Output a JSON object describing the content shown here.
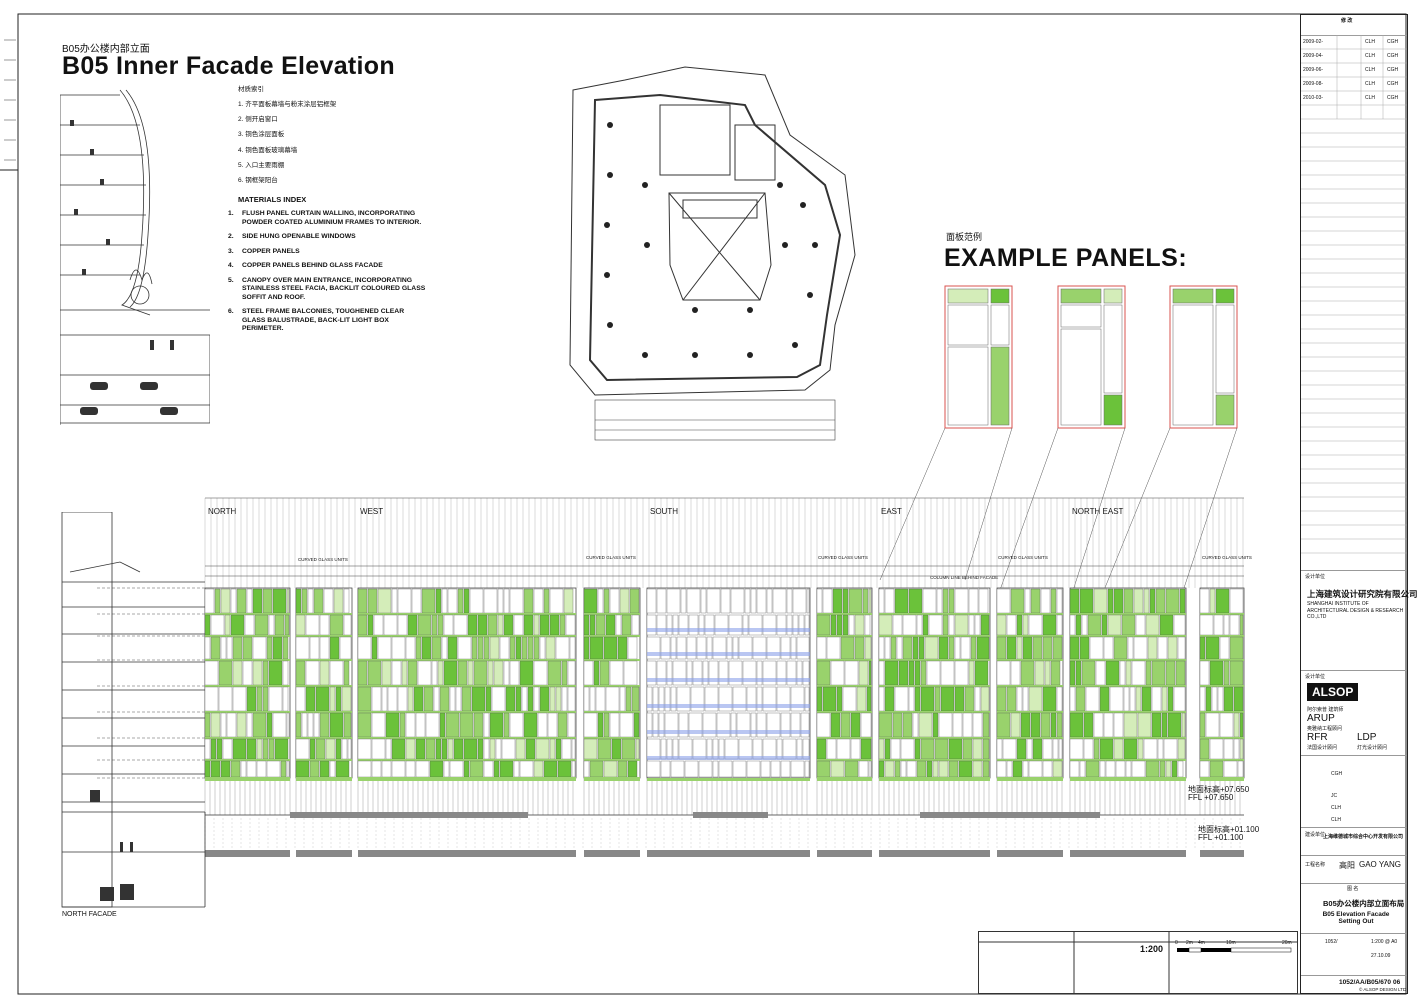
{
  "sheet": {
    "title_cn": "B05办公楼内部立面",
    "title_en": "B05 Inner Facade Elevation"
  },
  "materials": {
    "header_cn": "材质索引",
    "items_cn": [
      "1.  齐平面板幕墙与粉末涂层铝框架",
      "2.  侧开启窗口",
      "3.  铜色涂层面板",
      "4.  铜色面板玻璃幕墙",
      "5.  入口主要雨棚",
      "6.  钢框架阳台"
    ],
    "header_en": "MATERIALS INDEX",
    "items_en": [
      {
        "n": "1.",
        "text": "FLUSH PANEL CURTAIN WALLING, INCORPORATING POWDER COATED ALUMINIUM FRAMES TO INTERIOR."
      },
      {
        "n": "2.",
        "text": "SIDE HUNG OPENABLE WINDOWS"
      },
      {
        "n": "3.",
        "text": "COPPER PANELS"
      },
      {
        "n": "4.",
        "text": "COPPER PANELS BEHIND GLASS FACADE"
      },
      {
        "n": "5.",
        "text": "CANOPY OVER MAIN ENTRANCE, INCORPORATING STAINLESS STEEL FACIA, BACKLIT COLOURED GLASS SOFFIT AND ROOF."
      },
      {
        "n": "6.",
        "text": "STEEL FRAME BALCONIES, TOUGHENED CLEAR GLASS BALUSTRADE, BACK-LIT LIGHT BOX PERIMETER."
      }
    ]
  },
  "example_panels": {
    "title_cn": "面板范例",
    "title_en": "EXAMPLE PANELS:"
  },
  "elevation": {
    "facades": [
      "NORTH",
      "WEST",
      "SOUTH",
      "EAST",
      "NORTH EAST"
    ],
    "curved_label": "CURVED GLASS UNITS",
    "column_label": "COLUMN LINE BEHIND FACADE",
    "level1_cn": "地面标高+07.650",
    "level1_en": "FFL +07.650",
    "level2_cn": "地面标高+01.100",
    "level2_en": "FFL +01.100",
    "north_facade": "NORTH FACADE",
    "scale": "1:200",
    "scale_ticks": [
      "0",
      "2m",
      "4m",
      "10m",
      "20m"
    ]
  },
  "colors": {
    "green_dark": "#6bc23a",
    "green_mid": "#99d26c",
    "green_light": "#d4edb9",
    "panel_frame": "#d9534f",
    "blue_band": "#8aa0ea",
    "grey_base": "#888888"
  },
  "titleblock": {
    "revision_header": "修 改",
    "rev_dates": [
      "2009-02-",
      "2009-04-",
      "2009-06-",
      "2009-08-",
      "2010-03-"
    ],
    "rev_initials": [
      "CLH",
      "CLH",
      "CLH",
      "CLH",
      "CLH"
    ],
    "rev_checker": [
      "CGH",
      "CGH",
      "CGH",
      "CGH",
      "CGH"
    ],
    "design_inst_label": "设计单位",
    "design_inst_cn": "上海建筑设计研究院有限公司",
    "design_inst_en": "SHANGHAI INSTITUTE OF ARCHITECTURAL DESIGN & RESEARCH CO.,LTD",
    "design_team_label": "设计单位",
    "alsop": "ALSOP",
    "alsop_cn": "阿尔索普 建筑师",
    "arup": "ARUP",
    "arup_cn": "奥雅纳工程顾问",
    "rfr": "RFR",
    "rfr_cn": "法国设计顾问",
    "ldp": "LDP",
    "ldp_cn": "灯光设计顾问",
    "director": "CGH",
    "designer": "JC",
    "drawn": "CLH",
    "checked": "CLH",
    "developer_cn": "上海维德城市综合中心开发有限公司",
    "developer_label": "建设单位",
    "project_label": "工程名称",
    "project_cn": "高阳",
    "project_en": "GAO YANG",
    "drawing_title_label": "图 名",
    "drawing_title_cn": "B05办公楼内部立面布局",
    "drawing_title_en": "B05 Elevation Facade Setting Out",
    "job_no": "1052/",
    "scale": "1:200 @ A0",
    "date": "27.10.09",
    "drawing_no": "1052/AA/B05/670",
    "revision": "06",
    "copyright": "© ALSOP DESIGN LTD"
  }
}
